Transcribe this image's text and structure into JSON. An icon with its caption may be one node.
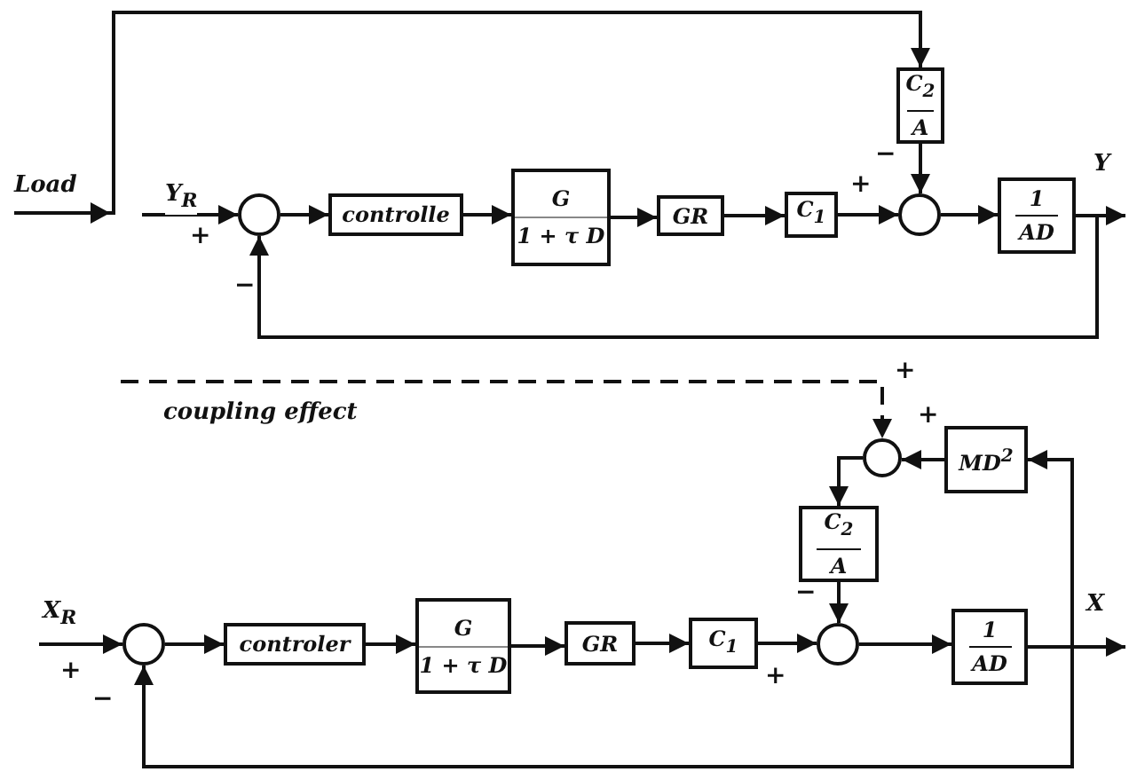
{
  "diagram": {
    "nodes": [
      {
        "text": [
          "Load"
        ]
      },
      {
        "text": [],
        "shape": "circle"
      },
      {
        "text": [
          "controlle"
        ]
      },
      {
        "text": [
          "G",
          "1 + τ D"
        ]
      },
      {
        "text": [
          "GR"
        ]
      },
      {
        "text": [
          "C$_{1}$"
        ]
      },
      {
        "text": [
          "C$_{2}$",
          "A"
        ]
      },
      {
        "text": [],
        "shape": "circle"
      },
      {
        "text": [
          "1",
          "AD"
        ]
      },
      {
        "text": [],
        "shape": "circle"
      },
      {
        "text": [
          "MD$^{2}$"
        ]
      },
      {
        "text": [
          "C$_{2}$",
          "A"
        ]
      },
      {
        "text": [],
        "shape": "circle"
      },
      {
        "text": [
          "controler"
        ]
      },
      {
        "text": [
          "G",
          "1 + τ D"
        ]
      },
      {
        "text": [
          "GR"
        ]
      },
      {
        "text": [
          "C$_{1}$"
        ]
      },
      {
        "text": [],
        "shape": "circle"
      },
      {
        "text": [
          "1",
          "AD"
        ]
      }
    ],
    "edges": [
      {
        "from": 0,
        "to": 6,
        "arrow": "to"
      },
      {
        "from": null,
        "to": 1,
        "arrow": "to",
        "label": "Y$_{R}$"
      },
      {
        "from": 1,
        "to": 2,
        "arrow": "to"
      },
      {
        "from": 2,
        "to": 3,
        "arrow": "to"
      },
      {
        "from": 3,
        "to": 4,
        "arrow": "to"
      },
      {
        "from": 4,
        "to": 5,
        "arrow": "to"
      },
      {
        "from": 5,
        "to": 7,
        "arrow": "to"
      },
      {
        "from": 6,
        "to": 7,
        "arrow": "to"
      },
      {
        "from": 7,
        "to": 8,
        "arrow": "to"
      },
      {
        "from": 8,
        "to": null,
        "arrow": "to",
        "label": "Y"
      },
      {
        "from": 8,
        "to": 1,
        "arrow": "to"
      },
      {
        "from": null,
        "to": 9,
        "arrow": "to",
        "style": "dashed"
      },
      {
        "from": 10,
        "to": 9,
        "arrow": "to"
      },
      {
        "from": 9,
        "to": 11,
        "arrow": "to"
      },
      {
        "from": 11,
        "to": 17,
        "arrow": "to"
      },
      {
        "from": null,
        "to": 12,
        "arrow": "to",
        "label": "X$_{R}$"
      },
      {
        "from": 12,
        "to": 13,
        "arrow": "to"
      },
      {
        "from": 13,
        "to": 14,
        "arrow": "to"
      },
      {
        "from": 14,
        "to": 15,
        "arrow": "to"
      },
      {
        "from": 15,
        "to": 16,
        "arrow": "to"
      },
      {
        "from": 16,
        "to": 17,
        "arrow": "to"
      },
      {
        "from": 17,
        "to": 18,
        "arrow": "to"
      },
      {
        "from": 18,
        "to": null,
        "arrow": "to",
        "label": "X"
      },
      {
        "from": 18,
        "to": 10,
        "arrow": "to"
      },
      {
        "from": 18,
        "to": 12,
        "arrow": "to"
      }
    ],
    "labels": [
      "−",
      "+",
      "+",
      "−",
      "+",
      "coupling effect",
      "+",
      "−",
      "+",
      "+",
      "−"
    ]
  }
}
